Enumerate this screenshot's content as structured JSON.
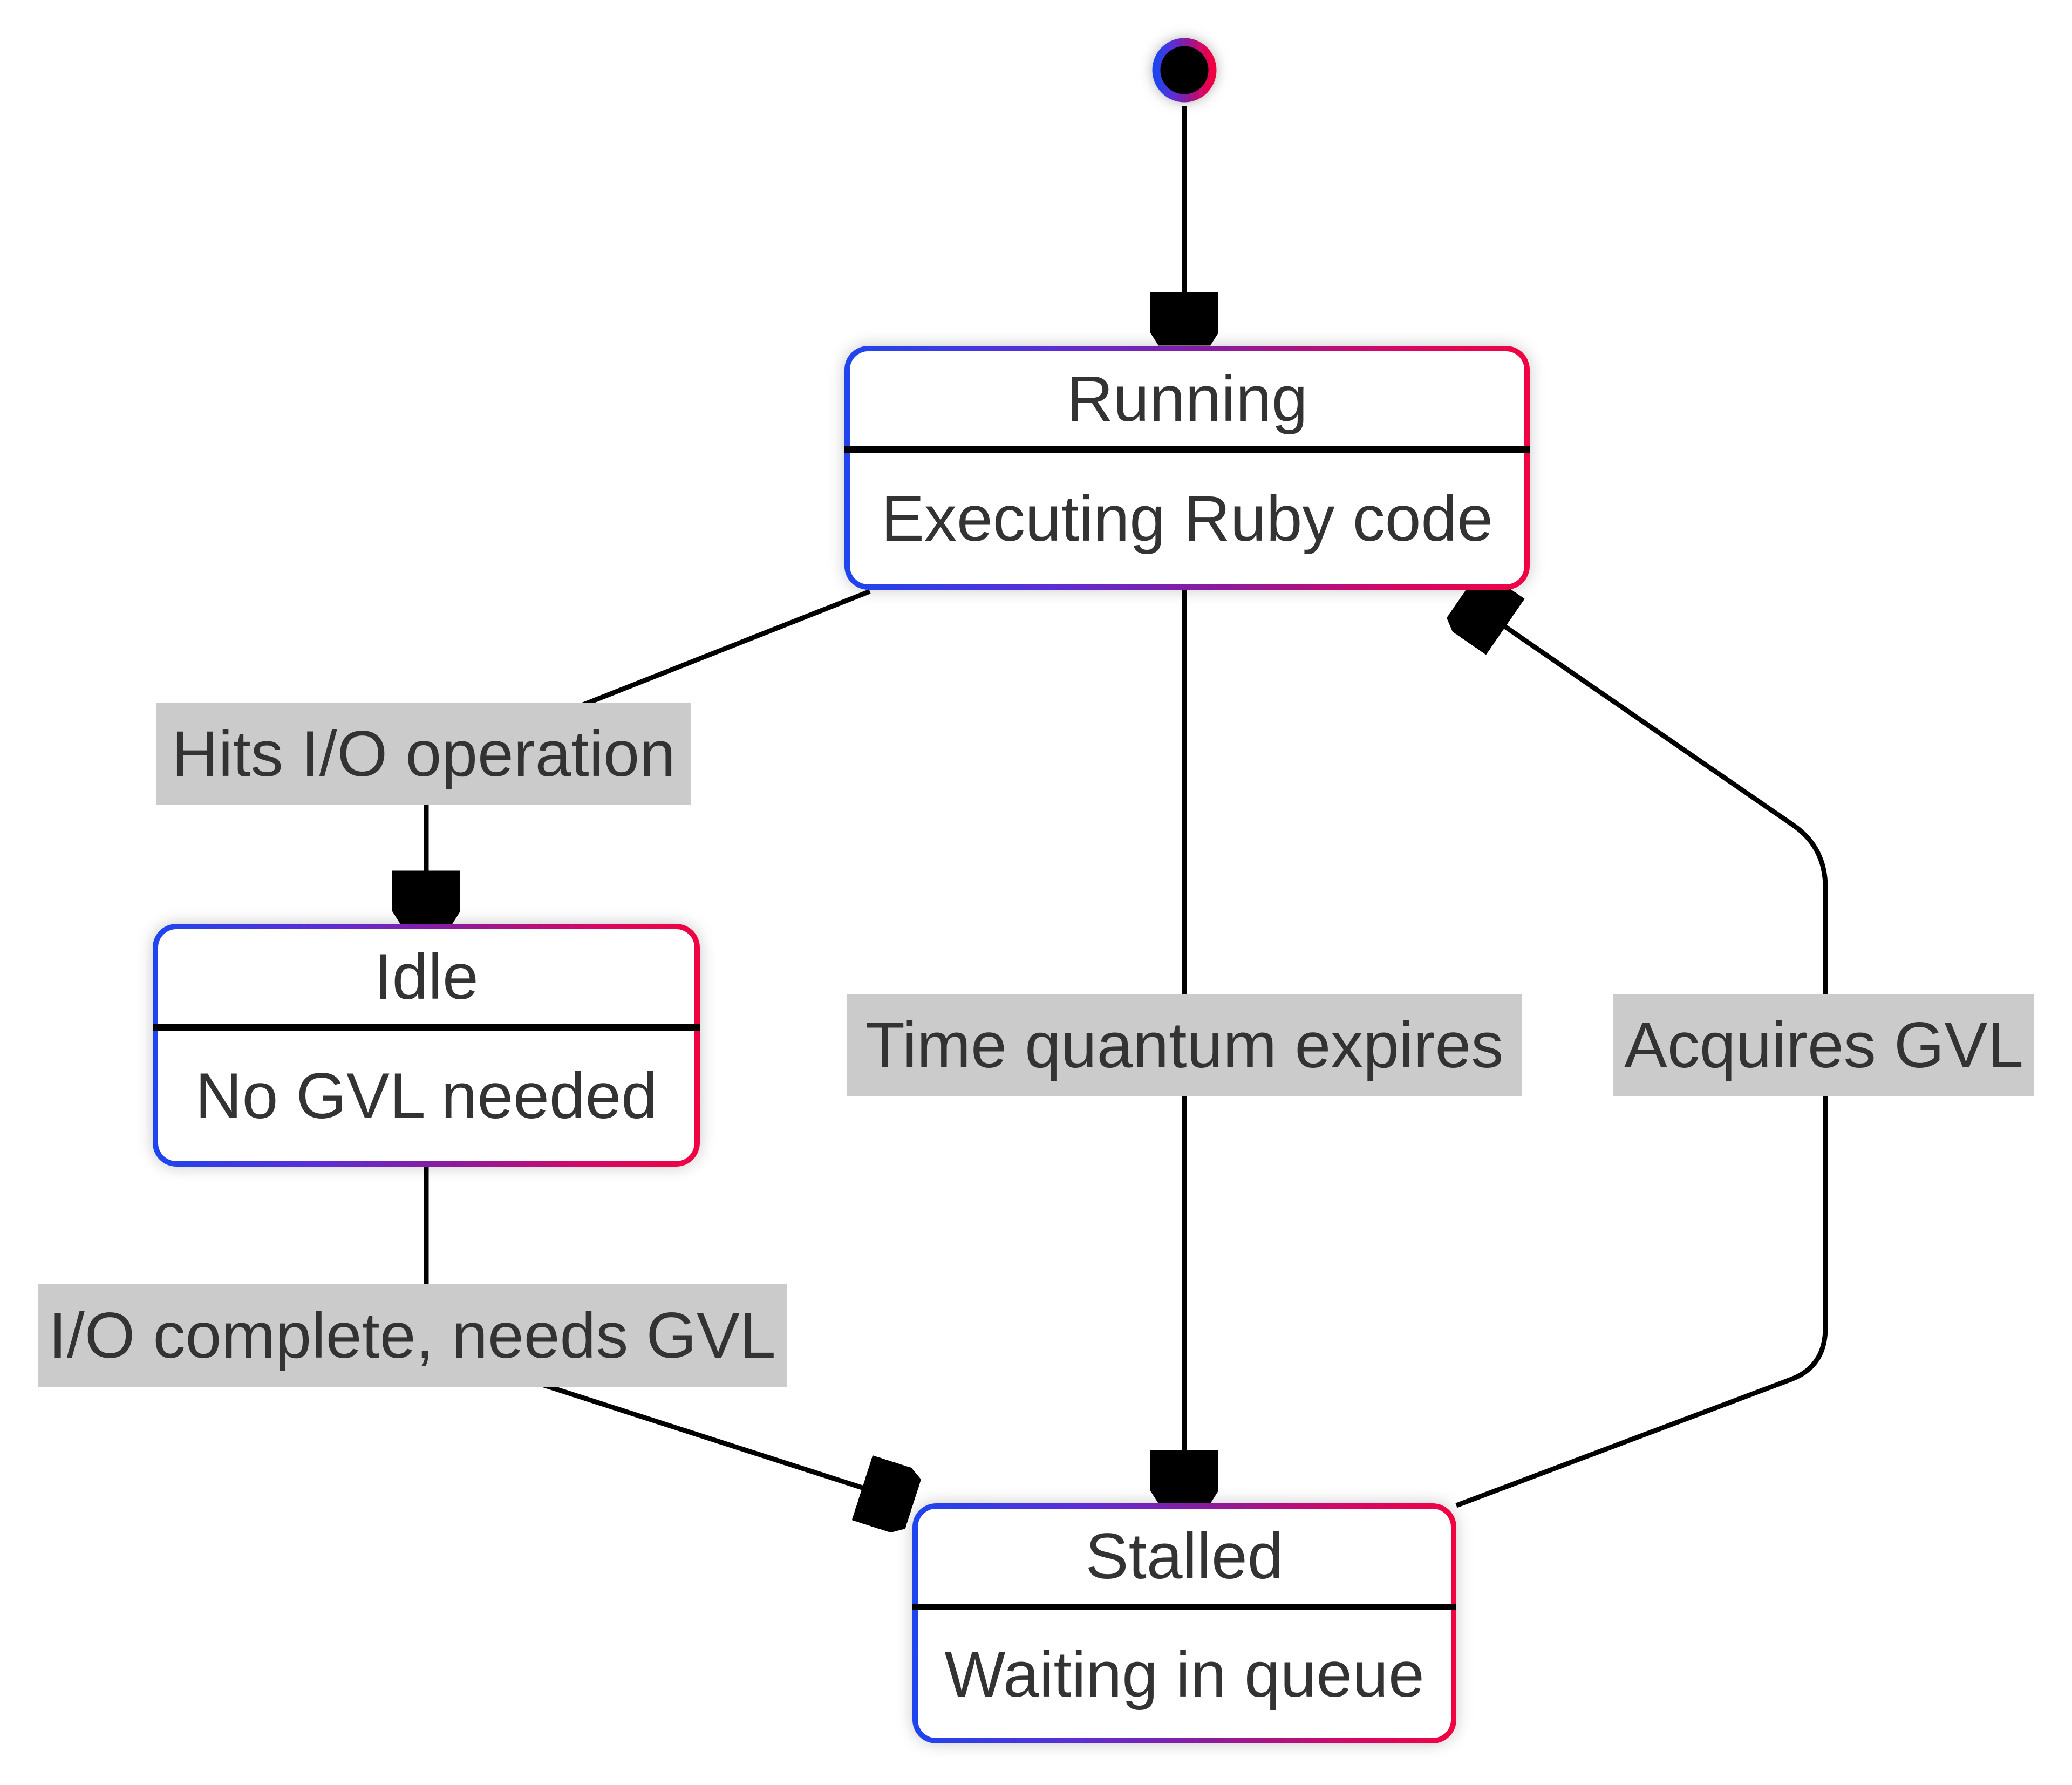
{
  "diagram": {
    "type": "state-diagram",
    "background": "#ffffff",
    "colors": {
      "border_gradient_start": "#1e45ee",
      "border_gradient_mid": "#8c1b9b",
      "border_gradient_end": "#f00441",
      "edge_line": "#000000",
      "arrowhead": "#2f2f2f",
      "label_background": "#cbcbcb",
      "text": "#333333",
      "state_fill": "#ffffff",
      "initial_dot_fill": "#000000"
    },
    "nodes": [
      {
        "id": "initial",
        "kind": "initial-state-dot",
        "title": "",
        "description": ""
      },
      {
        "id": "Running",
        "kind": "state",
        "title": "Running",
        "description": "Executing Ruby code"
      },
      {
        "id": "Idle",
        "kind": "state",
        "title": "Idle",
        "description": "No GVL needed"
      },
      {
        "id": "Stalled",
        "kind": "state",
        "title": "Stalled",
        "description": "Waiting in queue"
      }
    ],
    "edges": [
      {
        "from": "initial",
        "to": "Running",
        "label": ""
      },
      {
        "from": "Running",
        "to": "Idle",
        "label": "Hits I/O operation"
      },
      {
        "from": "Running",
        "to": "Stalled",
        "label": "Time quantum expires"
      },
      {
        "from": "Idle",
        "to": "Stalled",
        "label": "I/O complete, needs GVL"
      },
      {
        "from": "Stalled",
        "to": "Running",
        "label": "Acquires GVL"
      }
    ]
  }
}
